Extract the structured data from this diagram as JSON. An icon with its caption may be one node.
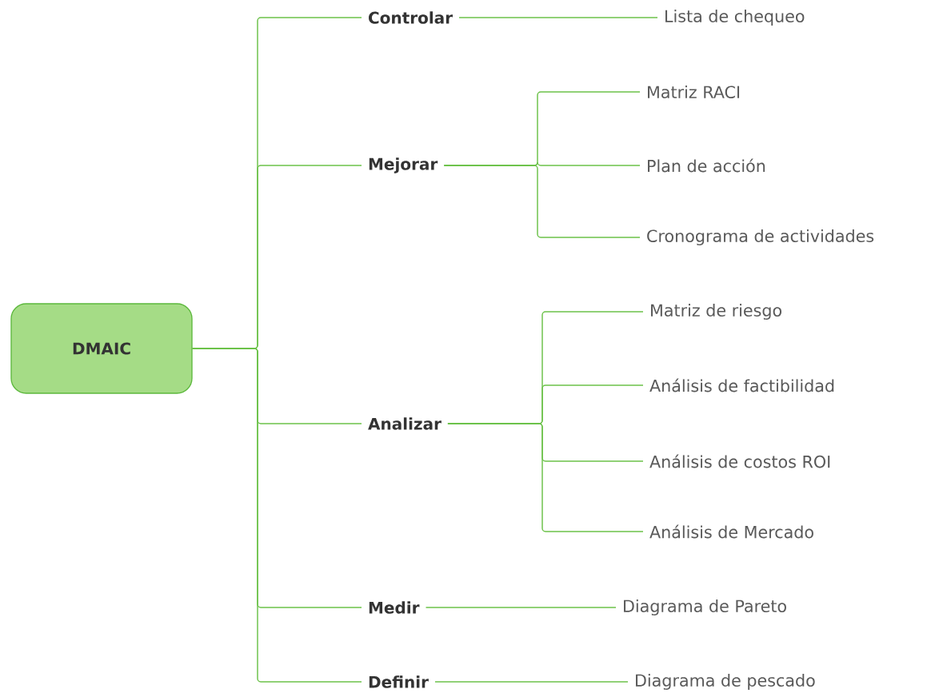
{
  "diagram": {
    "nodes": [
      {
        "text": [
          "DMAIC"
        ]
      },
      {
        "text": [
          "Controlar"
        ]
      },
      {
        "text": [
          "Lista de chequeo"
        ]
      },
      {
        "text": [
          "Mejorar"
        ]
      },
      {
        "text": [
          "Matriz RACI"
        ]
      },
      {
        "text": [
          "Plan de acción"
        ]
      },
      {
        "text": [
          "Cronograma de actividades"
        ]
      },
      {
        "text": [
          "Analizar"
        ]
      },
      {
        "text": [
          "Matriz de riesgo"
        ]
      },
      {
        "text": [
          "Análisis de factibilidad"
        ]
      },
      {
        "text": [
          "Análisis de costos ROI"
        ]
      },
      {
        "text": [
          "Análisis de Mercado"
        ]
      },
      {
        "text": [
          "Medir"
        ]
      },
      {
        "text": [
          "Diagrama de Pareto"
        ]
      },
      {
        "text": [
          "Definir"
        ]
      },
      {
        "text": [
          "Diagrama de pescado"
        ]
      }
    ],
    "edges": [
      {
        "from": 0,
        "to": 1,
        "arrow": "none"
      },
      {
        "from": 0,
        "to": 3,
        "arrow": "none"
      },
      {
        "from": 0,
        "to": 7,
        "arrow": "none"
      },
      {
        "from": 0,
        "to": 12,
        "arrow": "none"
      },
      {
        "from": 0,
        "to": 14,
        "arrow": "none"
      },
      {
        "from": 1,
        "to": 2,
        "arrow": "none"
      },
      {
        "from": 3,
        "to": 4,
        "arrow": "none"
      },
      {
        "from": 3,
        "to": 5,
        "arrow": "none"
      },
      {
        "from": 3,
        "to": 6,
        "arrow": "none"
      },
      {
        "from": 7,
        "to": 8,
        "arrow": "none"
      },
      {
        "from": 7,
        "to": 9,
        "arrow": "none"
      },
      {
        "from": 7,
        "to": 10,
        "arrow": "none"
      },
      {
        "from": 7,
        "to": 11,
        "arrow": "none"
      },
      {
        "from": 12,
        "to": 13,
        "arrow": "none"
      },
      {
        "from": 14,
        "to": 15,
        "arrow": "none"
      }
    ]
  }
}
